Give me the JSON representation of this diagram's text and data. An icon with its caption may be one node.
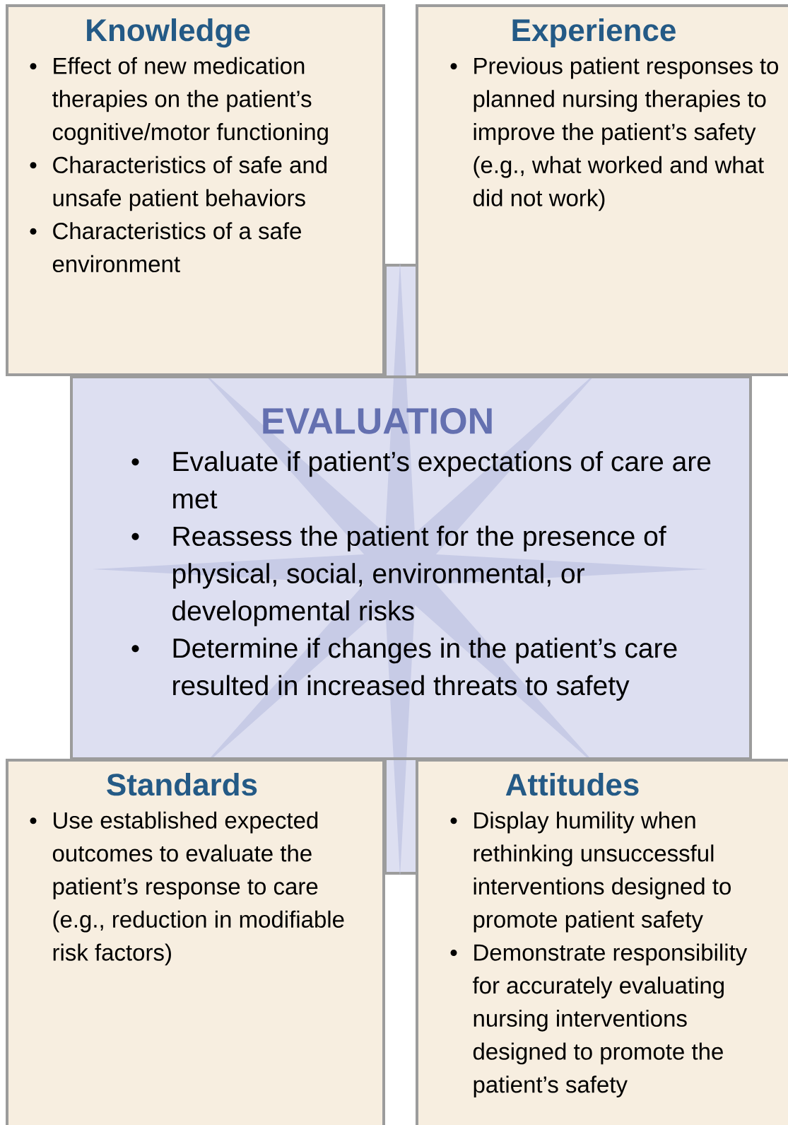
{
  "diagram": {
    "nodes": [
      {
        "text": [
          "Knowledge",
          "Effect of new medication therapies on the patient’s cognitive/motor functioning",
          "Characteristics of safe and unsafe patient behaviors",
          "Characteristics of a safe environment"
        ]
      },
      {
        "text": [
          "Experience",
          "Previous patient responses to planned nursing therapies to improve the patient’s safety (e.g., what worked and what did not work)"
        ]
      },
      {
        "text": [
          "EVALUATION",
          "Evaluate if patient’s expectations of care are met",
          "Reassess the patient for the presence of physical, social, environmental, or developmental risks",
          "Determine if changes in the patient’s care resulted in increased threats to safety"
        ]
      },
      {
        "text": [
          "Standards",
          "Use established expected outcomes to evaluate the patient’s response to care (e.g., reduction in modifiable risk factors)"
        ]
      },
      {
        "text": [
          "Attitudes",
          "Display humility when rethinking unsuccessful interventions designed to promote patient safety",
          "Demonstrate responsibility for accurately evaluating nursing interventions designed to promote the patient’s safety"
        ]
      }
    ]
  }
}
